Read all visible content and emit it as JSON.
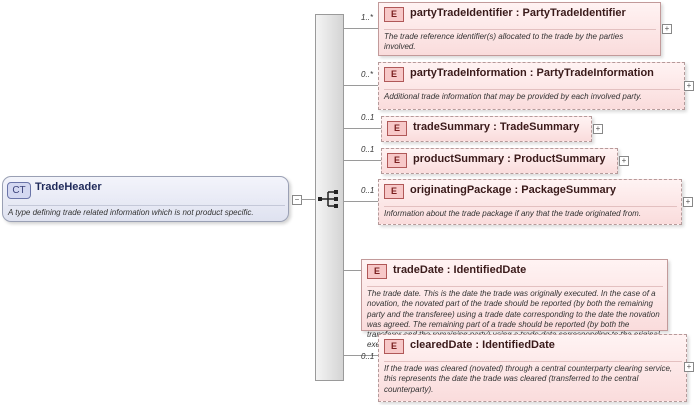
{
  "complex_type": {
    "badge": "CT",
    "name": "TradeHeader",
    "description": "A type defining trade related information which is not product specific."
  },
  "expander_symbol": "+",
  "collapse_symbol": "−",
  "elements": [
    {
      "cardinality": "1..*",
      "badge": "E",
      "name": "partyTradeIdentifier",
      "type": "PartyTradeIdentifier",
      "description": "The trade reference identifier(s) allocated to the trade by the parties involved."
    },
    {
      "cardinality": "0..*",
      "badge": "E",
      "name": "partyTradeInformation",
      "type": "PartyTradeInformation",
      "description": "Additional trade information that may be provided by each involved party."
    },
    {
      "cardinality": "0..1",
      "badge": "E",
      "name": "tradeSummary",
      "type": "TradeSummary",
      "description": ""
    },
    {
      "cardinality": "0..1",
      "badge": "E",
      "name": "productSummary",
      "type": "ProductSummary",
      "description": ""
    },
    {
      "cardinality": "0..1",
      "badge": "E",
      "name": "originatingPackage",
      "type": "PackageSummary",
      "description": "Information about the trade package if any that the trade originated from."
    },
    {
      "cardinality": "",
      "badge": "E",
      "name": "tradeDate",
      "type": "IdentifiedDate",
      "description": "The trade date. This is the date the trade was originally executed. In the case of a novation, the novated part of the trade should be reported (by both the remaining party and the transferee) using a trade date corresponding to the date the novation was agreed. The remaining part of a trade should be reported (by both the transferor and the remaining party) using a trade date corresponding to the original execution date."
    },
    {
      "cardinality": "0..1",
      "badge": "E",
      "name": "clearedDate",
      "type": "IdentifiedDate",
      "description": "If the trade was cleared (novated) through a central counterparty clearing service, this represents the date the trade was cleared (transferred to the central counterparty)."
    }
  ]
}
